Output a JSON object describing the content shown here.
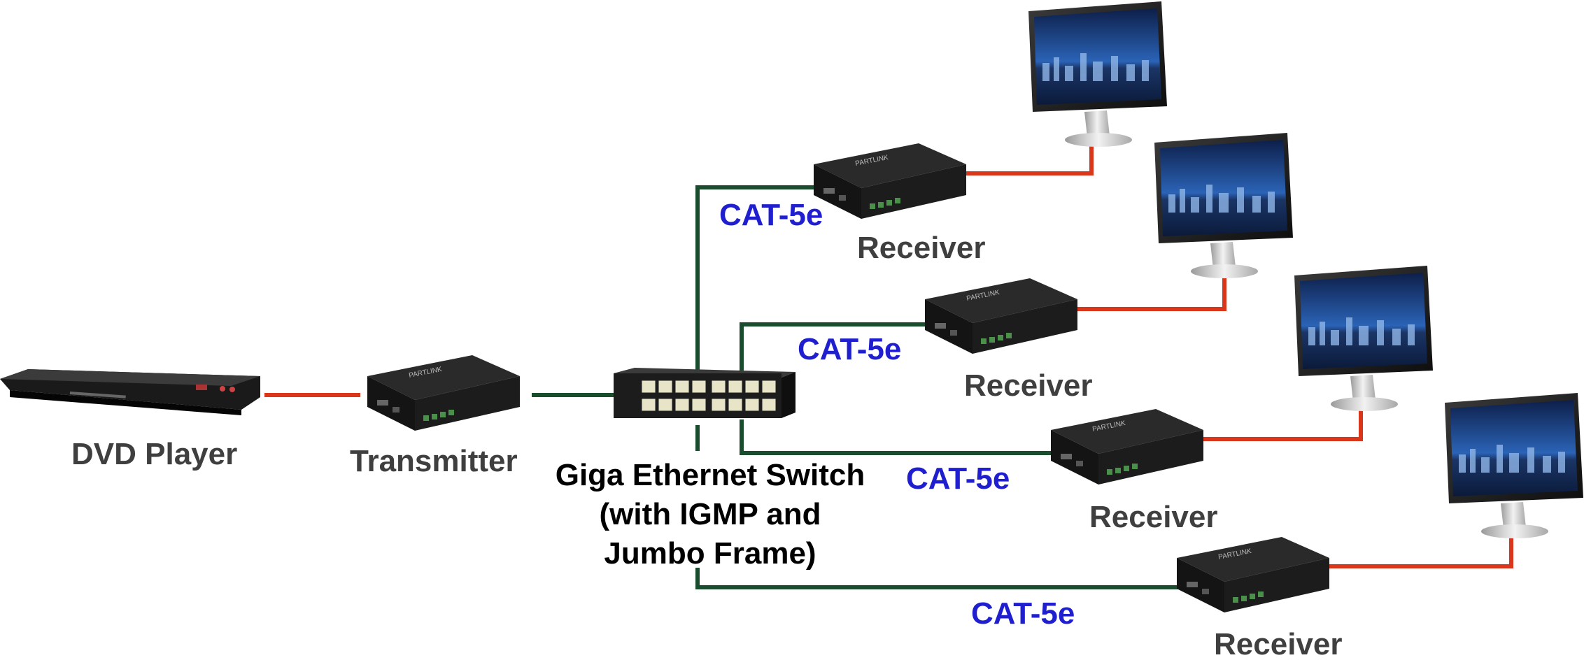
{
  "colors": {
    "hdmi_cable": "#d9361c",
    "cat_cable": "#1a4d2e",
    "cable_label": "#1f1fd0",
    "device_label": "#3f3f3f",
    "device_body": "#1e1e1e",
    "screen": "#1a3f8a"
  },
  "source": {
    "label": "DVD Player"
  },
  "transmitter": {
    "label": "Transmitter"
  },
  "switch": {
    "line1": "Giga Ethernet Switch",
    "line2": "(with IGMP and",
    "line3": "Jumbo Frame)"
  },
  "receivers": [
    {
      "label": "Receiver",
      "cable_label": "CAT-5e"
    },
    {
      "label": "Receiver",
      "cable_label": "CAT-5e"
    },
    {
      "label": "Receiver",
      "cable_label": "CAT-5e"
    },
    {
      "label": "Receiver",
      "cable_label": "CAT-5e"
    }
  ],
  "icons": [
    "dvd-player-icon",
    "transmitter-icon",
    "switch-icon",
    "receiver-icon",
    "monitor-icon"
  ]
}
